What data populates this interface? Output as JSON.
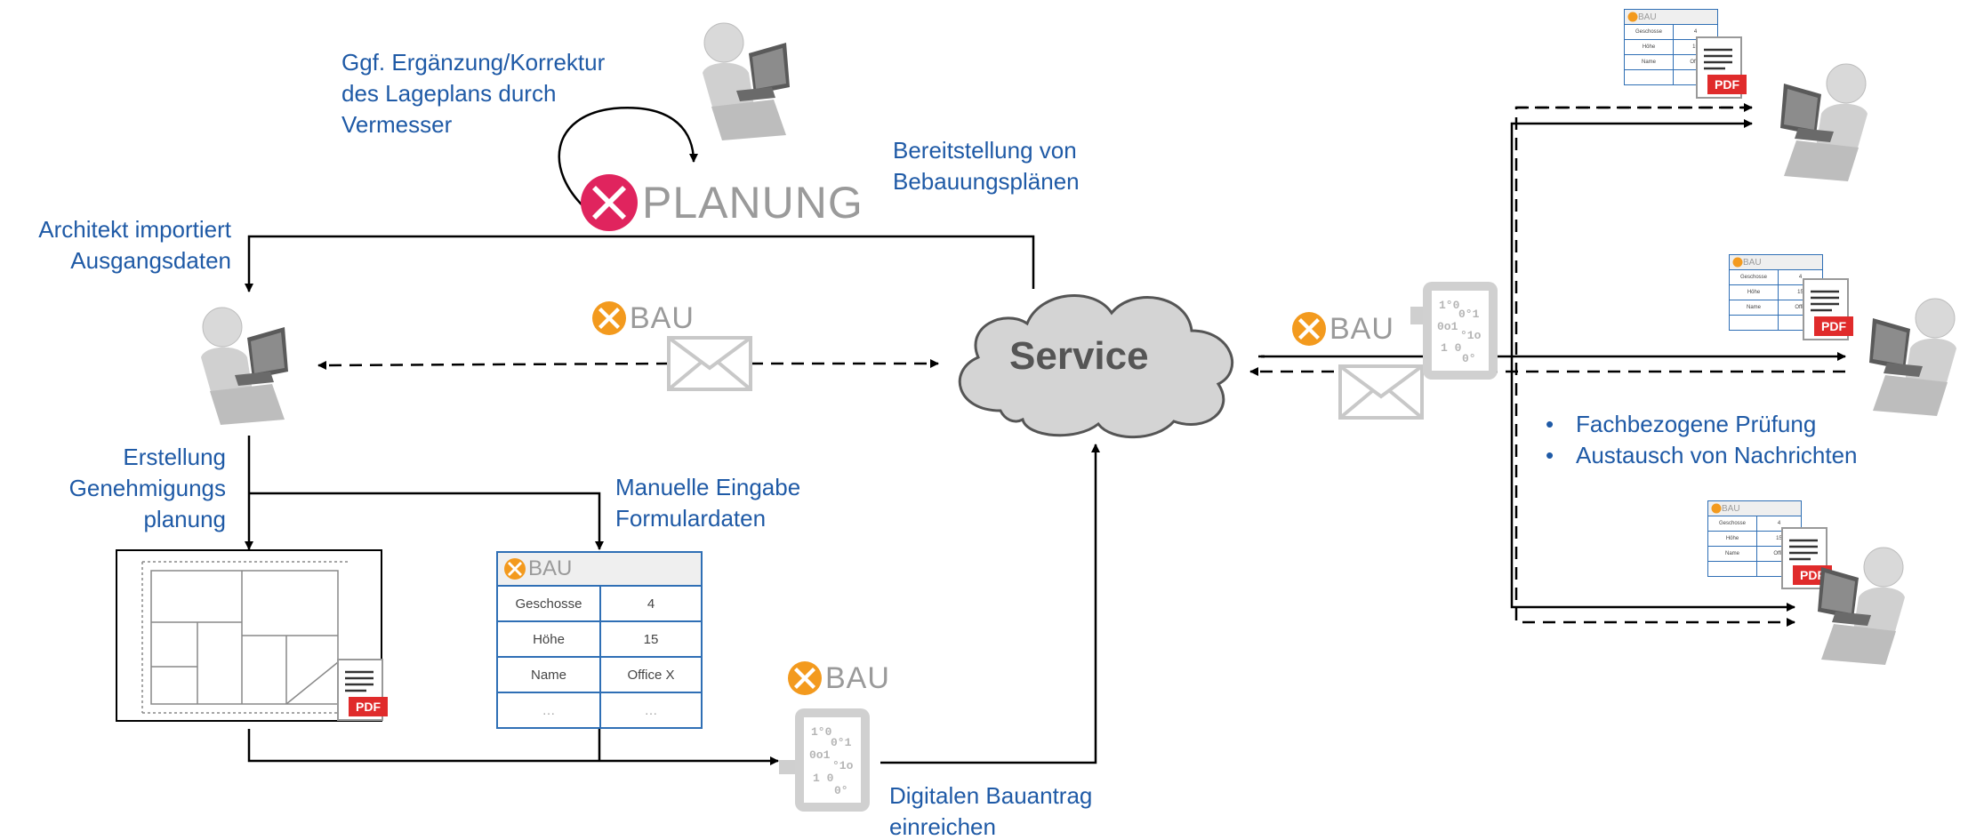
{
  "labels": {
    "surveyor_note": [
      "Ggf. Ergänzung/Korrektur",
      "des Lageplans durch",
      "Vermesser"
    ],
    "provision": [
      "Bereitstellung von",
      "Bebauungsplänen"
    ],
    "architect_import": [
      "Architekt importiert",
      "Ausgangsdaten"
    ],
    "create_planning": [
      "Erstellung",
      "Genehmigungs",
      "planung"
    ],
    "manual_input": [
      "Manuelle Eingabe",
      "Formulardaten"
    ],
    "submit": [
      "Digitalen Bauantrag",
      "einreichen"
    ]
  },
  "service": {
    "label": "Service"
  },
  "bullets": [
    "Fachbezogene Prüfung",
    "Austausch von Nachrichten"
  ],
  "logos": {
    "xplanung": "PLANUNG",
    "xbau": "BAU"
  },
  "form": {
    "rows": [
      {
        "key": "Geschosse",
        "value": "4"
      },
      {
        "key": "Höhe",
        "value": "15"
      },
      {
        "key": "Name",
        "value": "Office X"
      },
      {
        "key": "…",
        "value": "…"
      }
    ]
  },
  "mini_form": {
    "rows": [
      {
        "key": "Geschosse",
        "value": "4"
      },
      {
        "key": "Höhe",
        "value": "15"
      },
      {
        "key": "Name",
        "value": "Offic"
      },
      {
        "key": "",
        "value": ""
      }
    ]
  },
  "pdf_label": "PDF",
  "colors": {
    "label_blue": "#1f5aa6",
    "xbau_orange": "#f39a1e",
    "xplanung_pink": "#e0245e",
    "pdf_red": "#e02b2b",
    "cloud_gray": "#d4d4d4",
    "icon_gray": "#c8c8c8"
  },
  "icons": [
    "person-at-laptop-icon",
    "envelope-icon",
    "binary-document-icon",
    "pdf-document-icon",
    "cloud-icon",
    "floor-plan-icon"
  ]
}
